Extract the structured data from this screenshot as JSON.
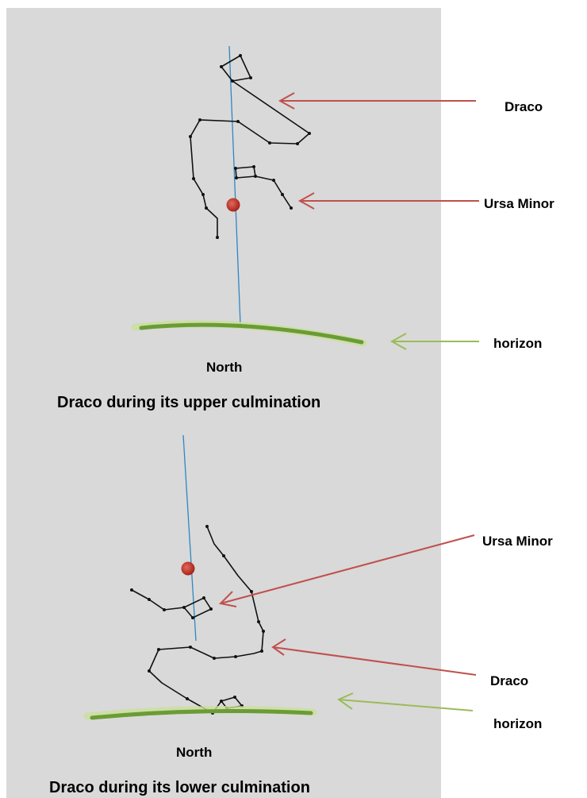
{
  "upper": {
    "caption": "Draco during its upper culmination",
    "direction": "North",
    "labels": {
      "draco": "Draco",
      "ursa_minor": "Ursa Minor",
      "horizon": "horizon"
    }
  },
  "lower": {
    "caption": "Draco during its lower culmination",
    "direction": "North",
    "labels": {
      "draco": "Draco",
      "ursa_minor": "Ursa Minor",
      "horizon": "horizon"
    }
  },
  "colors": {
    "panel": "#d9d9d9",
    "constellation": "#111111",
    "meridian_line": "#2f86c4",
    "polaris": "#c0392b",
    "horizon": "#6a9c35",
    "arrow_red": "#c0504d",
    "arrow_green": "#9bbb59"
  }
}
